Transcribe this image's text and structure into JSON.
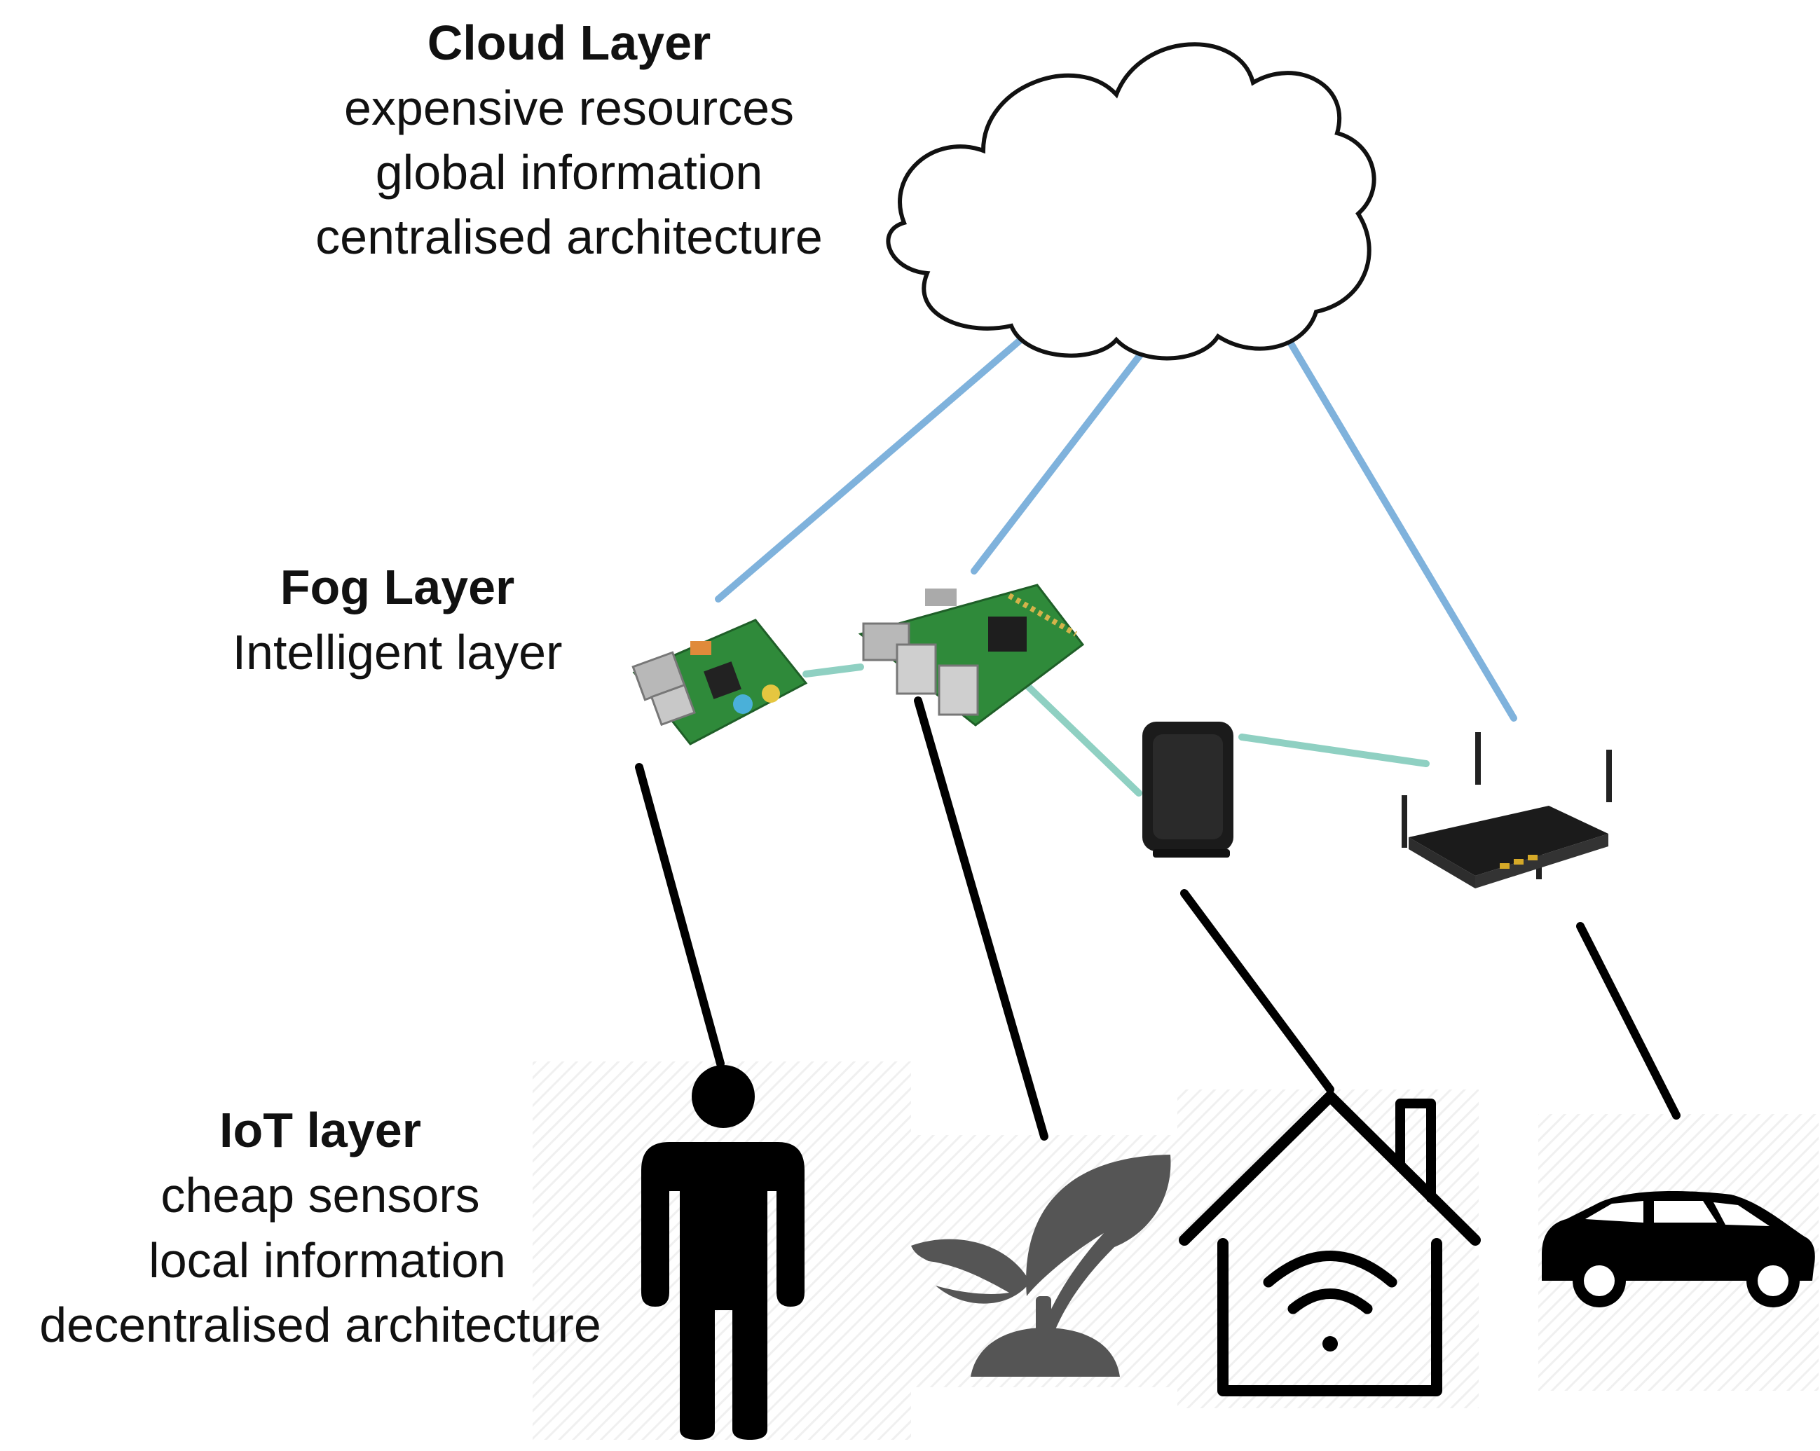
{
  "cloud_layer": {
    "title": "Cloud Layer",
    "lines": [
      "expensive resources",
      "global information",
      "centralised architecture"
    ]
  },
  "fog_layer": {
    "title": "Fog Layer",
    "lines": [
      "Intelligent layer"
    ]
  },
  "iot_layer": {
    "title": "IoT layer",
    "lines": [
      "cheap sensors",
      "local information",
      "decentralised architecture"
    ]
  },
  "colors": {
    "cloud_link": "#7fb2dc",
    "fog_link": "#8fd0c2",
    "iot_link": "#000000",
    "icon_dark": "#000000",
    "plant": "#555555",
    "board_green": "#2f8a3a",
    "device_black": "#1b1b1b"
  },
  "icons": {
    "cloud": "cloud-icon",
    "board_a": "raspberry-pi-model-b-icon",
    "board_b": "raspberry-pi-2-icon",
    "modem": "modem-icon",
    "router": "wifi-router-icon",
    "person": "person-icon",
    "plant": "plant-sprout-icon",
    "home": "smart-home-icon",
    "car": "car-icon"
  }
}
